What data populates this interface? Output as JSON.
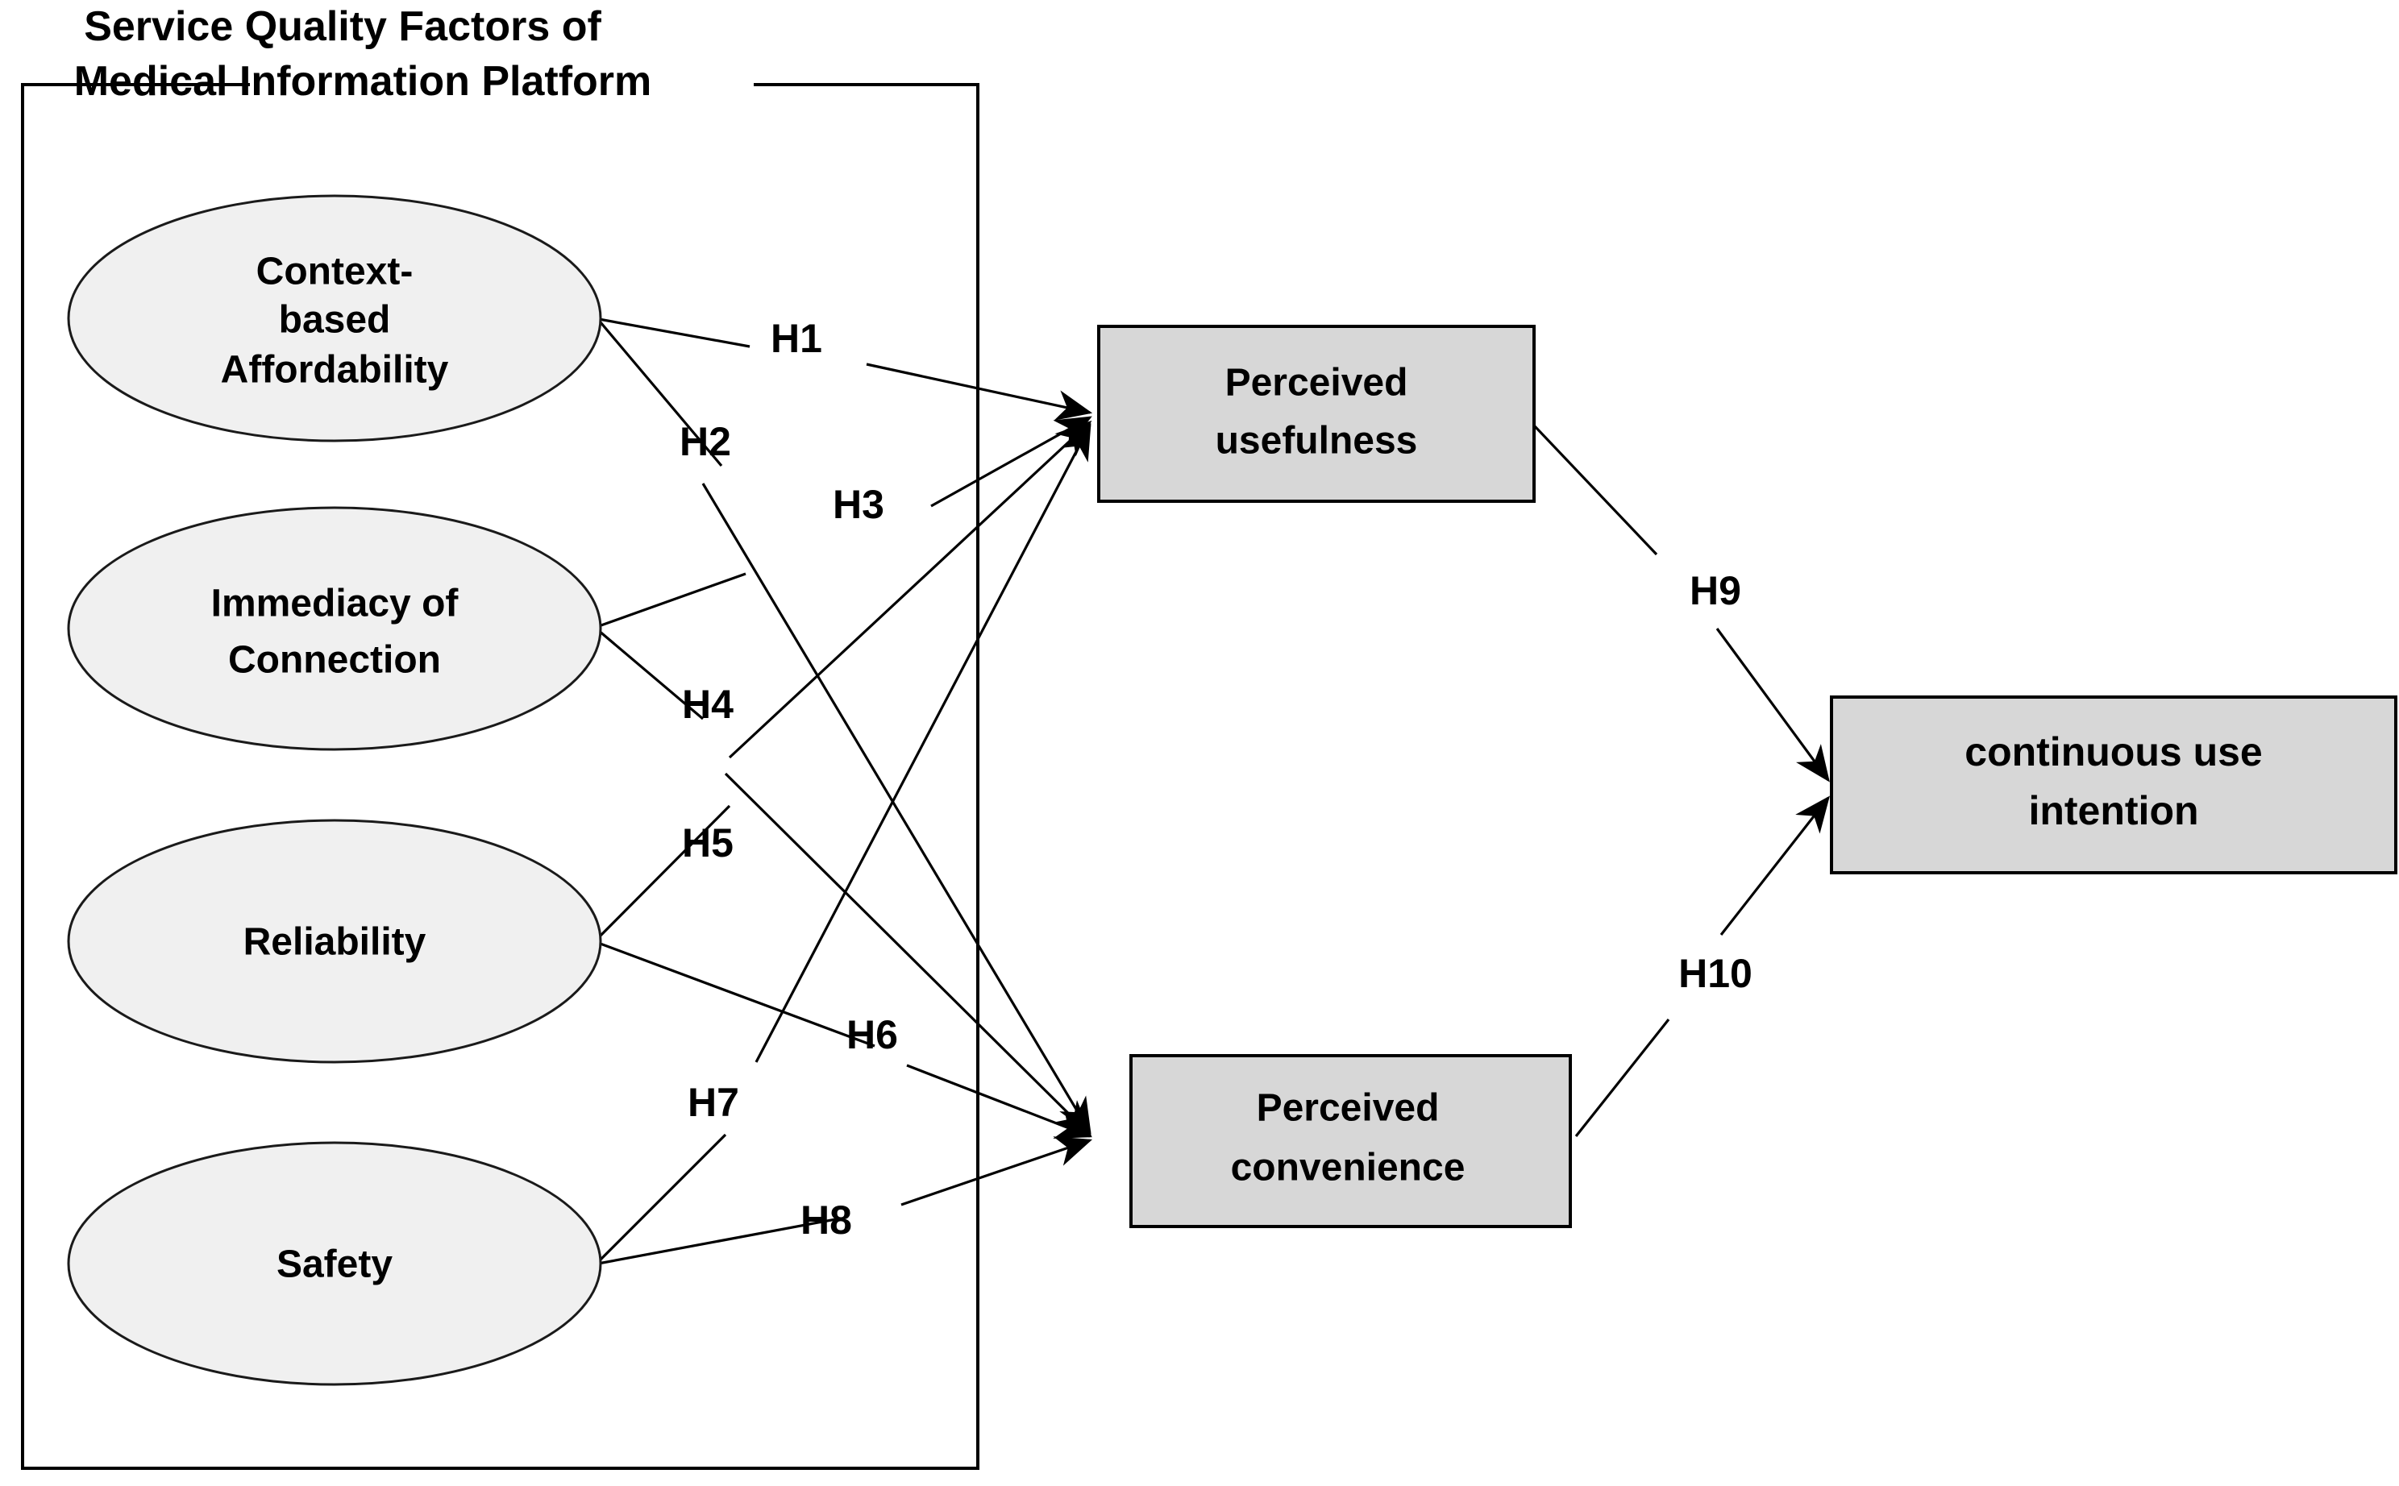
{
  "diagram": {
    "type": "research-model",
    "title": "Research model / hypotheses diagram",
    "group_box": {
      "label_line_1": "Service Quality Factors of",
      "label_line_2": "Medical Information Platform"
    },
    "constructs": {
      "exogenous": [
        {
          "id": "context-based-affordability",
          "lines": [
            "Context-",
            "based",
            "Affordability"
          ],
          "shape": "ellipse",
          "fill": "#f0f0f0"
        },
        {
          "id": "immediacy-of-connection",
          "lines": [
            "Immediacy of",
            "Connection"
          ],
          "shape": "ellipse",
          "fill": "#f0f0f0"
        },
        {
          "id": "reliability",
          "lines": [
            "Reliability"
          ],
          "shape": "ellipse",
          "fill": "#f0f0f0"
        },
        {
          "id": "safety",
          "lines": [
            "Safety"
          ],
          "shape": "ellipse",
          "fill": "#f0f0f0"
        }
      ],
      "mediators": [
        {
          "id": "perceived-usefulness",
          "lines": [
            "Perceived",
            "usefulness"
          ],
          "shape": "rect",
          "fill": "#d7d7d7"
        },
        {
          "id": "perceived-convenience",
          "lines": [
            "Perceived",
            "convenience"
          ],
          "shape": "rect",
          "fill": "#d7d7d7"
        }
      ],
      "outcome": [
        {
          "id": "continuous-use-intention",
          "lines": [
            "continuous use",
            "intention"
          ],
          "shape": "rect",
          "fill": "#d7d7d7"
        }
      ]
    },
    "hypotheses": [
      {
        "id": "H1",
        "label": "H1",
        "from": "context-based-affordability",
        "to": "perceived-usefulness"
      },
      {
        "id": "H2",
        "label": "H2",
        "from": "context-based-affordability",
        "to": "perceived-convenience"
      },
      {
        "id": "H3",
        "label": "H3",
        "from": "immediacy-of-connection",
        "to": "perceived-usefulness"
      },
      {
        "id": "H4",
        "label": "H4",
        "from": "immediacy-of-connection",
        "to": "perceived-convenience"
      },
      {
        "id": "H5",
        "label": "H5",
        "from": "reliability",
        "to": "perceived-usefulness"
      },
      {
        "id": "H6",
        "label": "H6",
        "from": "reliability",
        "to": "perceived-convenience"
      },
      {
        "id": "H7",
        "label": "H7",
        "from": "safety",
        "to": "perceived-usefulness"
      },
      {
        "id": "H8",
        "label": "H8",
        "from": "safety",
        "to": "perceived-convenience"
      },
      {
        "id": "H9",
        "label": "H9",
        "from": "perceived-usefulness",
        "to": "continuous-use-intention"
      },
      {
        "id": "H10",
        "label": "H10",
        "from": "perceived-convenience",
        "to": "continuous-use-intention"
      }
    ],
    "colors": {
      "ellipse_fill": "#f0f0f0",
      "box_fill": "#d7d7d7",
      "stroke": "#000000",
      "background": "#ffffff"
    }
  }
}
